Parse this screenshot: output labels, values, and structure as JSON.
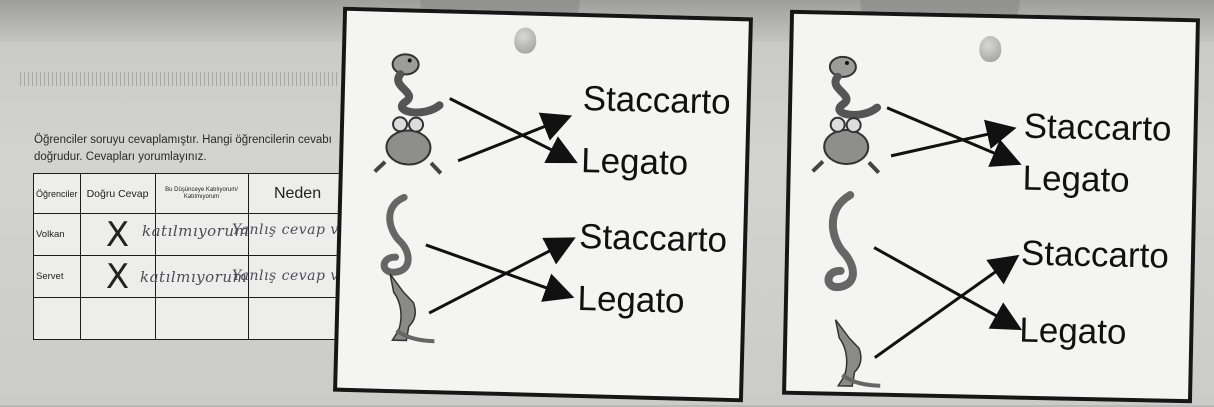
{
  "instructions": {
    "line1": "Öğrenciler soruyu cevaplamıştır. Hangi öğrencilerin cevabı",
    "line2": "doğrudur. Cevapları yorumlayınız."
  },
  "table": {
    "headers": {
      "students": "Öğrenciler",
      "correct": "Doğru Cevap",
      "agree": "Bu Düşünceye Katılıyorum/ Katılmıyorum",
      "reason": "Neden"
    },
    "rows": [
      {
        "name": "Volkan",
        "mark": "X"
      },
      {
        "name": "Servet",
        "mark": "X"
      }
    ]
  },
  "handwriting": {
    "volkan_agree": "katılmıyorum",
    "volkan_reason": "Yanlış cevap vermiş",
    "servet_agree": "katılmıyorum",
    "servet_reason": "Yanlış cevap vermiş"
  },
  "cards": [
    {
      "labels": [
        "Staccarto",
        "Legato",
        "Staccarto",
        "Legato"
      ],
      "icons": [
        "snake-icon",
        "frog-icon",
        "snail-icon",
        "kangaroo-icon"
      ]
    },
    {
      "labels": [
        "Staccarto",
        "Legato",
        "Staccarto",
        "Legato"
      ],
      "icons": [
        "snake-icon",
        "frog-icon",
        "snail-icon",
        "kangaroo-icon"
      ]
    }
  ],
  "colors": {
    "ink": "#111111",
    "card": "#f4f4f2",
    "paper": "#cfcfcd",
    "pencil": "#4d4d57"
  }
}
